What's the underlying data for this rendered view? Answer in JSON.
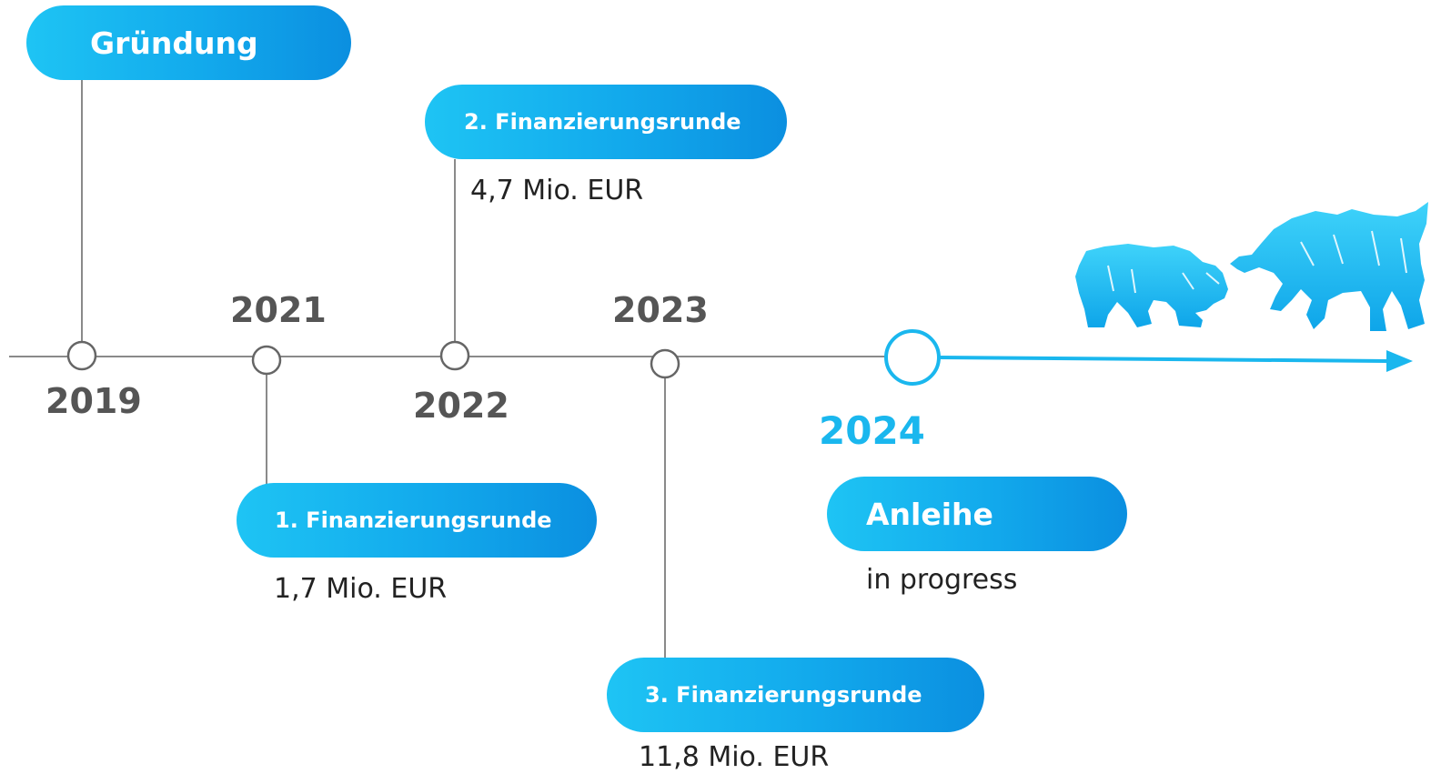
{
  "years": {
    "y2019": "2019",
    "y2021": "2021",
    "y2022": "2022",
    "y2023": "2023",
    "y2024": "2024"
  },
  "milestones": {
    "gruendung": {
      "title": "Gründung"
    },
    "round1": {
      "title": "1. Finanzierungsrunde",
      "amount": "1,7 Mio. EUR"
    },
    "round2": {
      "title": "2. Finanzierungsrunde",
      "amount": "4,7 Mio. EUR"
    },
    "round3": {
      "title": "3. Finanzierungsrunde",
      "amount": "11,8 Mio. EUR"
    },
    "anleihe": {
      "title": "Anleihe",
      "status": "in progress"
    }
  },
  "icons": {
    "bear": "bear-icon",
    "bull": "bull-icon"
  },
  "colors": {
    "accent": "#1ab7ee",
    "accent_dark": "#0b8fe0",
    "line": "#8a8a8a",
    "year_text": "#555555"
  }
}
